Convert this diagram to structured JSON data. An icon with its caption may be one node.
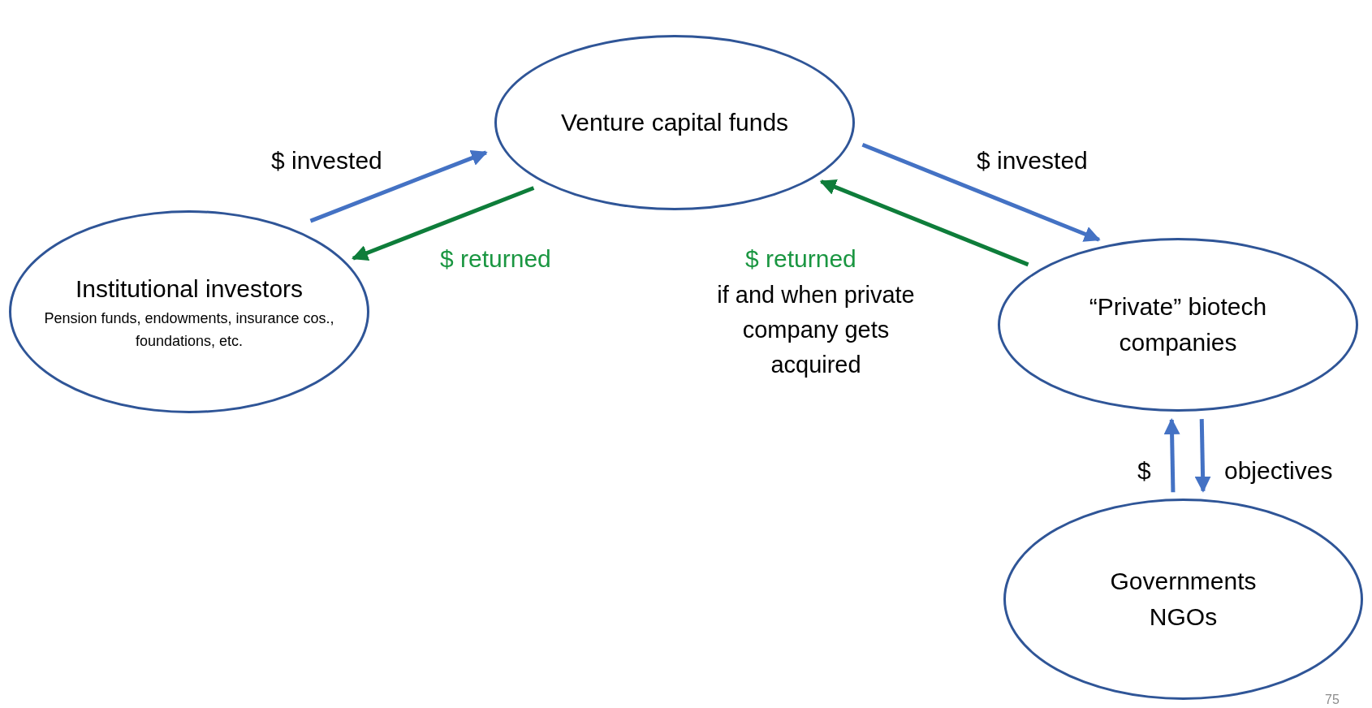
{
  "diagram": {
    "nodes": [
      {
        "text": [
          "Venture capital funds"
        ]
      },
      {
        "text": [
          "Institutional investors",
          "Pension funds, endowments, insurance cos., foundations, etc."
        ]
      },
      {
        "text": [
          "“Private” biotech companies"
        ]
      },
      {
        "text": [
          "Governments NGOs"
        ]
      }
    ],
    "edges": [
      {
        "from": 1,
        "to": 0,
        "arrow": "to",
        "label": "$ invested"
      },
      {
        "from": 0,
        "to": 1,
        "arrow": "to",
        "label": "$ returned",
        "color": "#0e7d3a"
      },
      {
        "from": 0,
        "to": 2,
        "arrow": "to",
        "label": "$ invested"
      },
      {
        "from": 2,
        "to": 0,
        "arrow": "to",
        "label": "$ returned",
        "color": "#0e7d3a"
      },
      {
        "from": 3,
        "to": 2,
        "arrow": "to",
        "label": "$"
      },
      {
        "from": 2,
        "to": 3,
        "arrow": "to",
        "label": "objectives"
      }
    ],
    "labels": [
      "if and when private company gets acquired",
      "75"
    ]
  }
}
